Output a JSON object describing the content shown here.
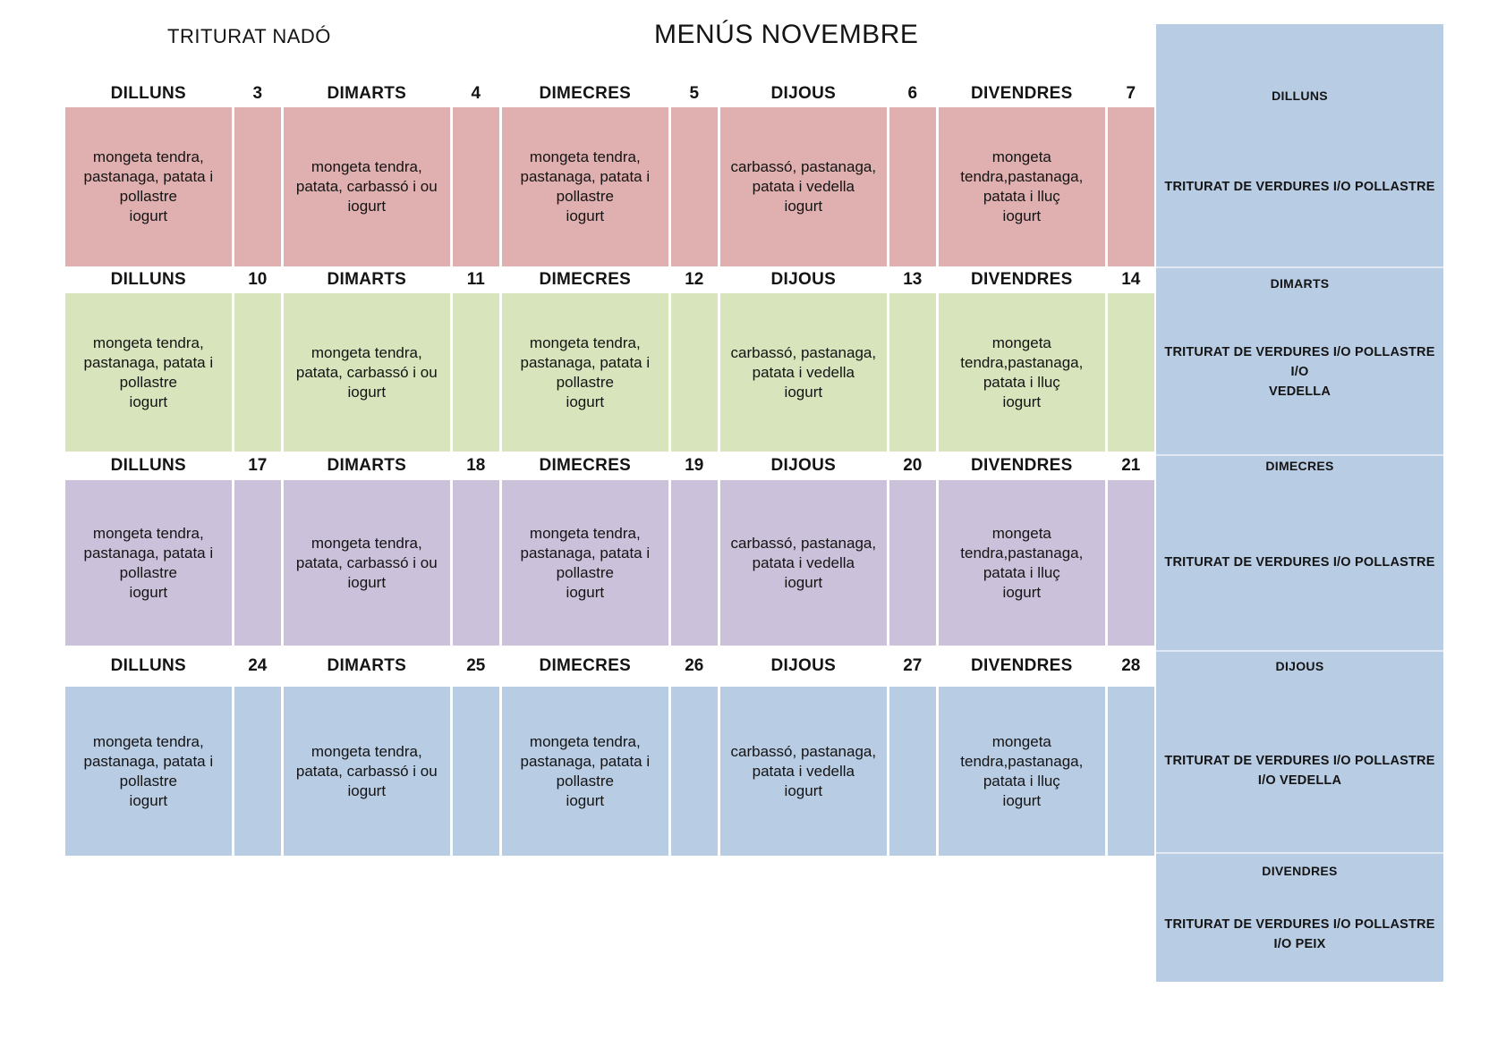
{
  "header": {
    "left_title": "TRITURAT NADÓ",
    "main_title": "MENÚS NOVEMBRE"
  },
  "colors": {
    "week1_band": "#E0AFAF",
    "week2_band": "#D7E4BC",
    "week3_band": "#CCC1DA",
    "week4_band": "#B8CCE4",
    "sidebar": "#B8CCE4",
    "text": "#141414"
  },
  "weeks": [
    {
      "days": [
        {
          "name": "DILLUNS",
          "date": "3",
          "menu": "mongeta tendra,\npastanaga, patata i\npollastre\niogurt"
        },
        {
          "name": "DIMARTS",
          "date": "4",
          "menu": "mongeta tendra,\npatata, carbassó i ou\niogurt"
        },
        {
          "name": "DIMECRES",
          "date": "5",
          "menu": "mongeta tendra,\npastanaga, patata i\npollastre\niogurt"
        },
        {
          "name": "DIJOUS",
          "date": "6",
          "menu": "carbassó, pastanaga,\npatata i vedella\niogurt"
        },
        {
          "name": "DIVENDRES",
          "date": "7",
          "menu": "mongeta\ntendra,pastanaga,\npatata i lluç\niogurt"
        }
      ]
    },
    {
      "days": [
        {
          "name": "DILLUNS",
          "date": "10",
          "menu": "mongeta tendra,\npastanaga, patata i\npollastre\niogurt"
        },
        {
          "name": "DIMARTS",
          "date": "11",
          "menu": "mongeta tendra,\npatata, carbassó i ou\niogurt"
        },
        {
          "name": "DIMECRES",
          "date": "12",
          "menu": "mongeta tendra,\npastanaga, patata i\npollastre\niogurt"
        },
        {
          "name": "DIJOUS",
          "date": "13",
          "menu": "carbassó, pastanaga,\npatata i vedella\niogurt"
        },
        {
          "name": "DIVENDRES",
          "date": "14",
          "menu": "mongeta\ntendra,pastanaga,\npatata i lluç\niogurt"
        }
      ]
    },
    {
      "days": [
        {
          "name": "DILLUNS",
          "date": "17",
          "menu": "mongeta tendra,\npastanaga, patata i\npollastre\niogurt"
        },
        {
          "name": "DIMARTS",
          "date": "18",
          "menu": "mongeta tendra,\npatata, carbassó i ou\niogurt"
        },
        {
          "name": "DIMECRES",
          "date": "19",
          "menu": "mongeta tendra,\npastanaga, patata i\npollastre\niogurt"
        },
        {
          "name": "DIJOUS",
          "date": "20",
          "menu": "carbassó, pastanaga,\npatata i vedella\niogurt"
        },
        {
          "name": "DIVENDRES",
          "date": "21",
          "menu": "mongeta\ntendra,pastanaga,\npatata i lluç\niogurt"
        }
      ]
    },
    {
      "days": [
        {
          "name": "DILLUNS",
          "date": "24",
          "menu": "mongeta tendra,\npastanaga, patata i\npollastre\niogurt"
        },
        {
          "name": "DIMARTS",
          "date": "25",
          "menu": "mongeta tendra,\npatata, carbassó i ou\niogurt"
        },
        {
          "name": "DIMECRES",
          "date": "26",
          "menu": "mongeta tendra,\npastanaga, patata i\npollastre\niogurt"
        },
        {
          "name": "DIJOUS",
          "date": "27",
          "menu": "carbassó, pastanaga,\npatata i vedella\niogurt"
        },
        {
          "name": "DIVENDRES",
          "date": "28",
          "menu": "mongeta\ntendra,pastanaga,\npatata i lluç\niogurt"
        }
      ]
    }
  ],
  "sidebar": {
    "sections": [
      {
        "day": "DILLUNS",
        "text": "TRITURAT DE VERDURES  I/O POLLASTRE"
      },
      {
        "day": "DIMARTS",
        "text": "TRITURAT DE VERDURES  I/O POLLASTRE I/O\nVEDELLA"
      },
      {
        "day": "DIMECRES",
        "text": "TRITURAT DE VERDURES  I/O POLLASTRE"
      },
      {
        "day": "DIJOUS",
        "text": "TRITURAT DE VERDURES  I/O POLLASTRE\nI/O VEDELLA"
      },
      {
        "day": "DIVENDRES",
        "text": "TRITURAT DE VERDURES  I/O POLLASTRE\nI/O PEIX"
      }
    ]
  }
}
